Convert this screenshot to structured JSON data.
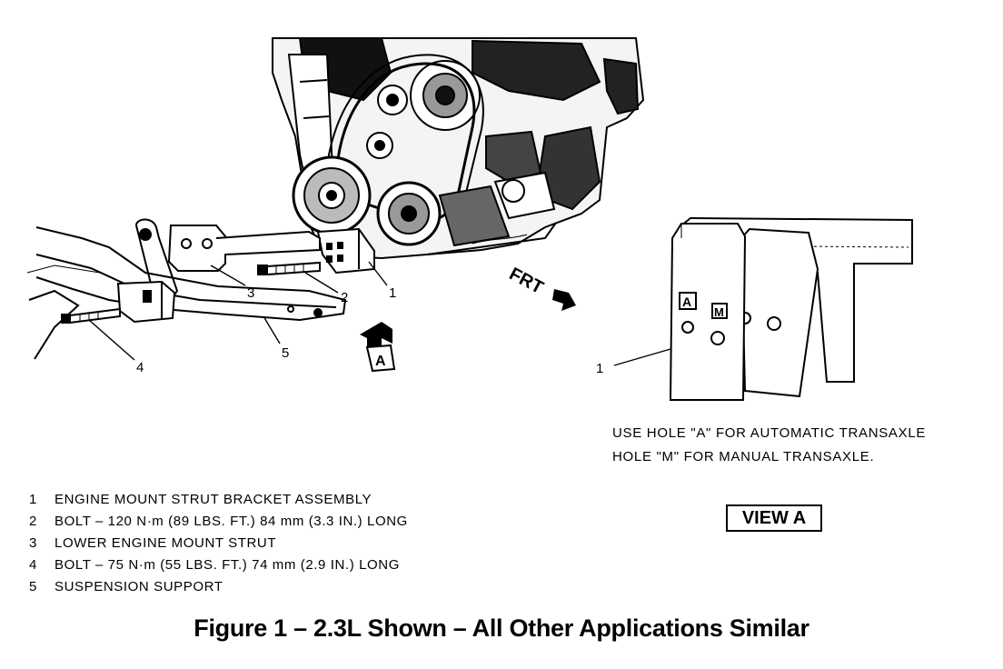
{
  "callouts": {
    "c1": "1",
    "c2": "2",
    "c3": "3",
    "c4": "4",
    "c5": "5",
    "view_callout": "1"
  },
  "labels": {
    "front": "FRT",
    "view_arrow": "A",
    "hole_a": "A",
    "hole_m": "M"
  },
  "legend": [
    {
      "num": "1",
      "text": "ENGINE MOUNT STRUT BRACKET ASSEMBLY"
    },
    {
      "num": "2",
      "text": "BOLT – 120 N·m (89 LBS. FT.) 84 mm (3.3 IN.) LONG"
    },
    {
      "num": "3",
      "text": "LOWER ENGINE MOUNT STRUT"
    },
    {
      "num": "4",
      "text": "BOLT – 75 N·m (55 LBS. FT.) 74 mm (2.9 IN.) LONG"
    },
    {
      "num": "5",
      "text": "SUSPENSION SUPPORT"
    }
  ],
  "note": {
    "line1": "USE HOLE \"A\" FOR AUTOMATIC TRANSAXLE",
    "line2": "HOLE \"M\" FOR MANUAL TRANSAXLE."
  },
  "view_label": "VIEW A",
  "caption": "Figure 1  –  2.3L Shown  –  All Other Applications Similar"
}
